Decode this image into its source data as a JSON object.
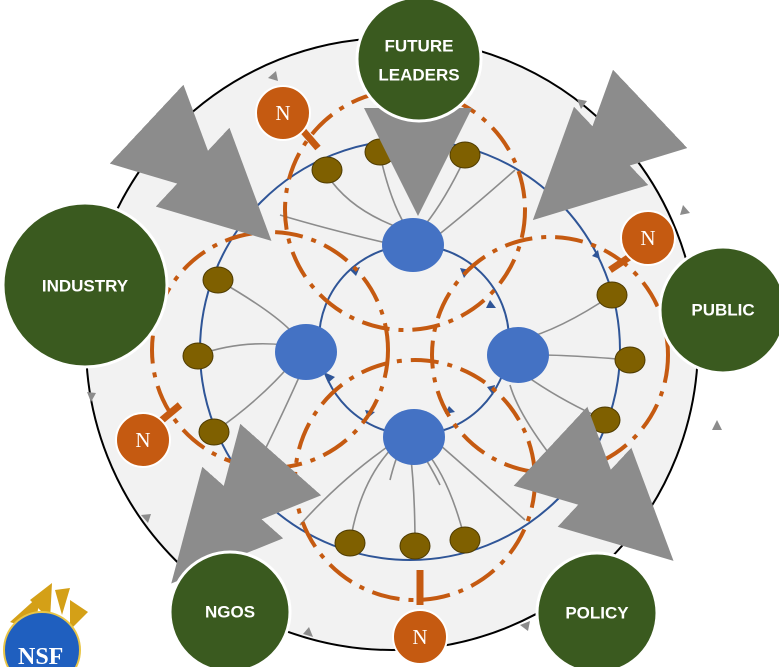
{
  "stakeholders": [
    {
      "line1": "FUTURE",
      "line2": "LEADERS"
    },
    {
      "line1": "PUBLIC",
      "line2": ""
    },
    {
      "line1": "POLICY",
      "line2": ""
    },
    {
      "line1": "NGOS",
      "line2": ""
    },
    {
      "line1": "INDUSTRY",
      "line2": ""
    }
  ],
  "network_marker": "N",
  "logo": {
    "text": "NSF"
  },
  "colors": {
    "stakeholder_fill": "#3a5a1f",
    "outer_ring_fill": "#f2f2f2",
    "hub_blue": "#4472c4",
    "node_olive": "#7f6000",
    "network_orange": "#c55a11",
    "exchange_arrow_gray": "#8c8c8c",
    "ring_line_blue": "#2f5597"
  }
}
